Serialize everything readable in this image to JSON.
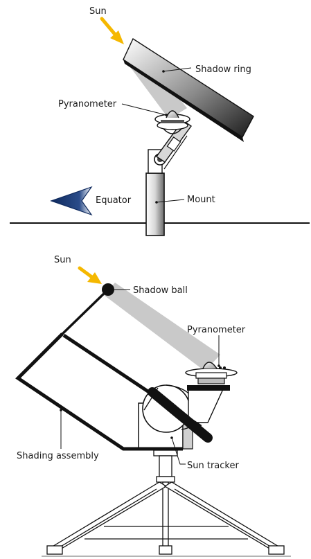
{
  "top": {
    "sun_label": "Sun",
    "shadow_ring_label": "Shadow ring",
    "pyranometer_label": "Pyranometer",
    "equator_label": "Equator",
    "mount_label": "Mount"
  },
  "bottom": {
    "sun_label": "Sun",
    "shadow_ball_label": "Shadow ball",
    "pyranometer_label": "Pyranometer",
    "shading_assembly_label": "Shading assembly",
    "sun_tracker_label": "Sun tracker"
  },
  "colors": {
    "sun_arrow": "#f5b800",
    "equator_arrow": "#0f2a5e",
    "shadow_beam": "#c8c8c8",
    "ink": "#111111"
  }
}
